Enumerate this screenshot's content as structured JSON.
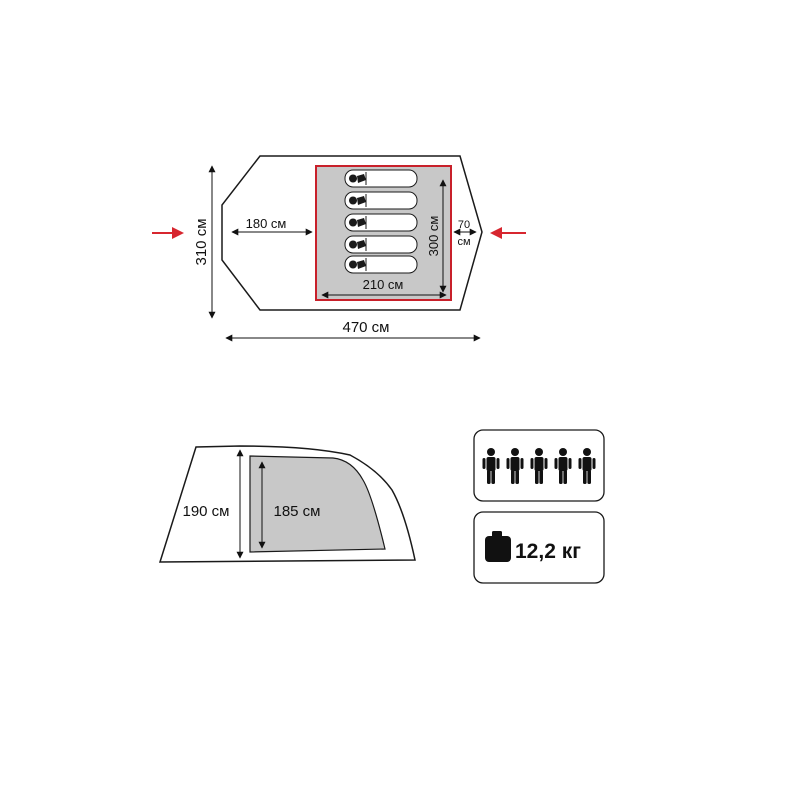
{
  "top_view": {
    "width_label": "310 см",
    "vestibule_label": "180 см",
    "inner_depth_label": "210 см",
    "inner_width_label": "300 см",
    "rear_gap_label_line1": "70",
    "rear_gap_label_line2": "см",
    "total_length_label": "470 см",
    "sleeping_places": 5,
    "entrance_arrow_color": "#d7262f",
    "inner_tent_border_color": "#c8202a"
  },
  "side_view": {
    "outer_height_label": "190 см",
    "inner_height_label": "185 см"
  },
  "capacity": {
    "persons": 5,
    "icon": "person-icon"
  },
  "weight": {
    "icon": "weight-icon",
    "label": "12,2 кг"
  },
  "colors": {
    "outline": "#1a1a1a",
    "inner_fill": "#c8c8c8",
    "arrow": "#d7262f"
  }
}
